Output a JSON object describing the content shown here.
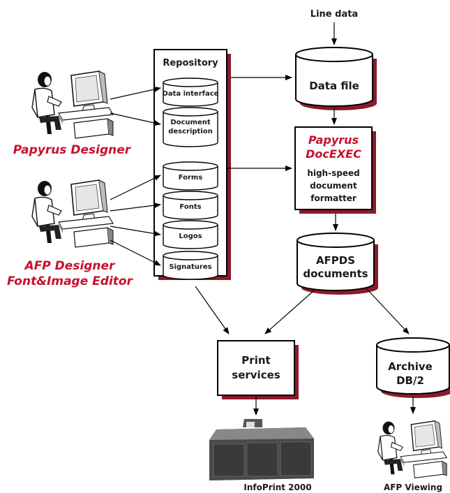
{
  "input": {
    "line_data": "Line data"
  },
  "repository": {
    "title": "Repository",
    "items": [
      "Data interface",
      "Document description",
      "Forms",
      "Fonts",
      "Logos",
      "Signatures"
    ]
  },
  "data_file": {
    "label": "Data file"
  },
  "docexec": {
    "title_line1": "Papyrus",
    "title_line2": "DocEXEC",
    "desc_line1": "high-speed",
    "desc_line2": "document",
    "desc_line3": "formatter"
  },
  "afpds": {
    "line1": "AFPDS",
    "line2": "documents"
  },
  "print": {
    "line1": "Print",
    "line2": "services"
  },
  "archive": {
    "line1": "Archive",
    "line2": "DB/2"
  },
  "captions": {
    "papyrus_designer": "Papyrus Designer",
    "afp_designer_line1": "AFP Designer",
    "afp_designer_line2": "Font&Image Editor",
    "infoprint": "InfoPrint 2000",
    "afp_viewing": "AFP Viewing"
  },
  "colors": {
    "accent_red": "#c8102e",
    "shadow": "#8b1a2b"
  },
  "icons": [
    "user-at-computer-icon",
    "printer-icon"
  ]
}
